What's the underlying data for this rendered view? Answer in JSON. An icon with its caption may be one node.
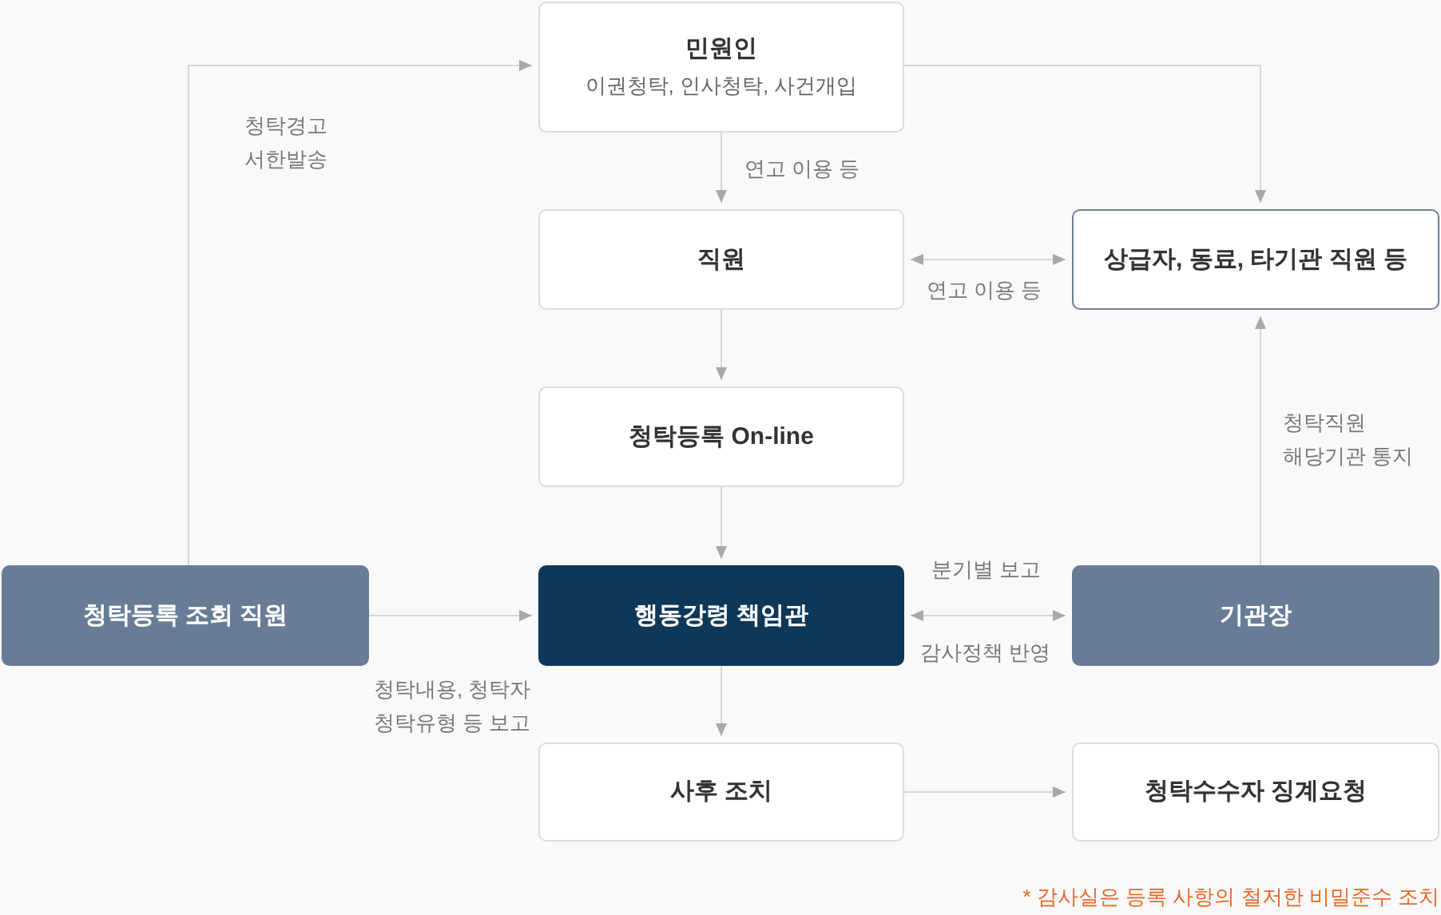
{
  "diagram": {
    "nodes": [
      {
        "text": [
          "민원인",
          "이권청탁, 인사청탁, 사건개입"
        ]
      },
      {
        "text": [
          "직원"
        ]
      },
      {
        "text": [
          "상급자, 동료, 타기관 직원 등"
        ]
      },
      {
        "text": [
          "청탁등록 On-line"
        ]
      },
      {
        "text": [
          "청탁등록 조회 직원"
        ]
      },
      {
        "text": [
          "행동강령 책임관"
        ]
      },
      {
        "text": [
          "기관장"
        ]
      },
      {
        "text": [
          "사후 조치"
        ]
      },
      {
        "text": [
          "청탁수수자 징계요청"
        ]
      }
    ],
    "edges": [
      {
        "from": 4,
        "to": 0,
        "arrow": "to",
        "label": "청탁경고 서한발송"
      },
      {
        "from": 0,
        "to": 1,
        "arrow": "to",
        "label": "연고 이용 등"
      },
      {
        "from": 0,
        "to": 2,
        "arrow": "to"
      },
      {
        "from": 1,
        "to": 2,
        "arrow": "both",
        "label": "연고 이용 등"
      },
      {
        "from": 1,
        "to": 3,
        "arrow": "to"
      },
      {
        "from": 4,
        "to": 5,
        "arrow": "to",
        "label": "청탁내용, 청탁자 청탁유형 등 보고"
      },
      {
        "from": 3,
        "to": 5,
        "arrow": "to"
      },
      {
        "from": 5,
        "to": 6,
        "arrow": "both",
        "label": "분기별 보고"
      },
      {
        "from": 6,
        "to": 2,
        "arrow": "to",
        "label": "청탁직원 해당기관 통지"
      },
      {
        "from": 5,
        "to": 7,
        "arrow": "to"
      },
      {
        "from": 7,
        "to": 8,
        "arrow": "to"
      }
    ],
    "labels": [
      "감사정책 반영",
      "* 감사실은 등록 사항의 철저한 비밀준수 조치"
    ]
  }
}
